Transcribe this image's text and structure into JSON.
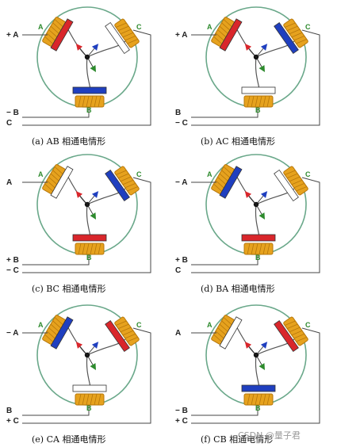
{
  "panels": [
    {
      "caption": "(a) AB 相通电情形",
      "terminals": {
        "A": "A",
        "B": "B",
        "C": "C"
      },
      "signs": {
        "A": "+",
        "B": "−",
        "C": ""
      },
      "magnets": {
        "A": "red",
        "B": "blue",
        "C": "white"
      },
      "arrows": [
        "red",
        "blue",
        "green"
      ]
    },
    {
      "caption": "(b) AC 相通电情形",
      "terminals": {
        "A": "A",
        "B": "B",
        "C": "C"
      },
      "signs": {
        "A": "+",
        "B": "",
        "C": "−"
      },
      "magnets": {
        "A": "red",
        "B": "white",
        "C": "blue"
      },
      "arrows": [
        "red",
        "blue",
        "green"
      ]
    },
    {
      "caption": "(c) BC 相通电情形",
      "terminals": {
        "A": "A",
        "B": "B",
        "C": "C"
      },
      "signs": {
        "A": "",
        "B": "+",
        "C": "−"
      },
      "magnets": {
        "A": "white",
        "B": "red",
        "C": "blue"
      },
      "arrows": [
        "red",
        "blue",
        "green"
      ]
    },
    {
      "caption": "(d) BA 相通电情形",
      "terminals": {
        "A": "A",
        "B": "B",
        "C": "C"
      },
      "signs": {
        "A": "−",
        "B": "+",
        "C": ""
      },
      "magnets": {
        "A": "blue",
        "B": "red",
        "C": "white"
      },
      "arrows": [
        "red",
        "blue",
        "green"
      ]
    },
    {
      "caption": "(e) CA  相通电情形",
      "terminals": {
        "A": "A",
        "B": "B",
        "C": "C"
      },
      "signs": {
        "A": "−",
        "B": "",
        "C": "+"
      },
      "magnets": {
        "A": "blue",
        "B": "white",
        "C": "red"
      },
      "arrows": [
        "red",
        "blue",
        "green"
      ]
    },
    {
      "caption": "(f) CB 相通电情形",
      "terminals": {
        "A": "A",
        "B": "B",
        "C": "C"
      },
      "signs": {
        "A": "",
        "B": "−",
        "C": "+"
      },
      "magnets": {
        "A": "white",
        "B": "blue",
        "C": "red"
      },
      "arrows": [
        "red",
        "blue",
        "green"
      ]
    }
  ],
  "watermark": "CSDN @量子君",
  "colors": {
    "ring": "#6aa88a",
    "coil": "#e6a21e",
    "coil_dark": "#b7770b",
    "red": "#d9262b",
    "blue": "#1f3fbf",
    "white": "#ffffff",
    "green": "#2d8a2d",
    "terminal_text": "#2d8a2d"
  }
}
